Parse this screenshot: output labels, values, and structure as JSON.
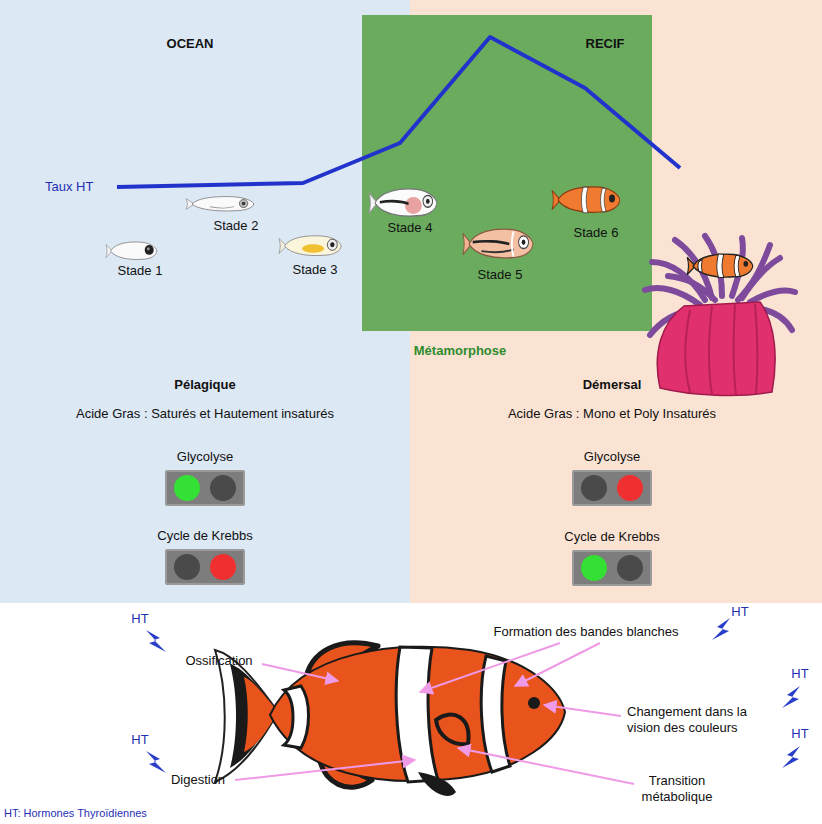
{
  "diagram": {
    "nodes": [
      {
        "text": [
          "OCEAN"
        ]
      },
      {
        "text": [
          "RECIF"
        ]
      },
      {
        "text": [
          "Métamorphose"
        ]
      },
      {
        "text": [
          "Glycolyse"
        ],
        "in": 0
      },
      {
        "text": [
          "Cycle de Krebbs"
        ],
        "in": 0
      },
      {
        "text": [
          "Glycolyse"
        ],
        "in": 1
      },
      {
        "text": [
          "Cycle de Krebbs"
        ],
        "in": 1
      }
    ],
    "edges": [],
    "labels": [
      "Taux HT",
      "Stade 1",
      "Stade 2",
      "Stade 3",
      "Stade 4",
      "Stade 5",
      "Stade 6",
      "Pélagique",
      "Acide Gras : Saturés et Hautement insaturés",
      "Démersal",
      "Acide Gras : Mono et Poly Insaturés",
      "HT",
      "HT",
      "Ossification",
      "Formation des bandes blanches",
      "HT",
      "Changement dans la vision des couleurs",
      "HT",
      "HT",
      "Digestion",
      "Transition métabolique",
      "HT: Hormones Thyroïdiennes"
    ]
  }
}
